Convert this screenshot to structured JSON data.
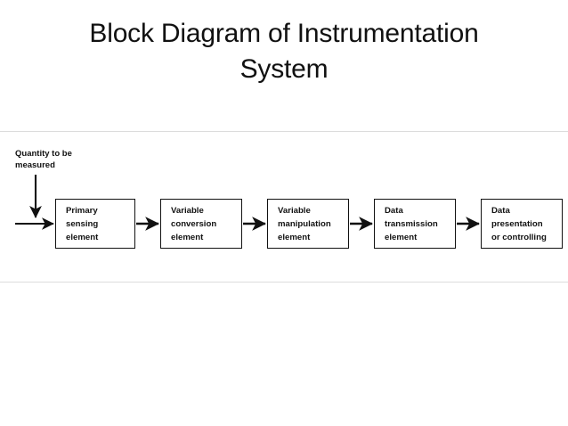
{
  "slide": {
    "background_color": "#ffffff",
    "title": {
      "lines": [
        "Block Diagram of Instrumentation",
        "System"
      ],
      "full_text": "Block Diagram of Instrumentation System",
      "color": "#111111"
    }
  },
  "diagram": {
    "type": "block-flow-diagram",
    "band_border_color": "#dcdcdc",
    "line_color": "#111111",
    "box_fill": "#ffffff",
    "input_label": {
      "lines": [
        "Quantity to be",
        "measured"
      ],
      "full_text": "Quantity to be measured"
    },
    "blocks": [
      {
        "id": "primary-sensing-element",
        "lines": [
          "Primary",
          "sensing",
          "element"
        ]
      },
      {
        "id": "variable-conversion-element",
        "lines": [
          "Variable",
          "conversion",
          "element"
        ]
      },
      {
        "id": "variable-manipulation-element",
        "lines": [
          "Variable",
          "manipulation",
          "element"
        ]
      },
      {
        "id": "data-transmission-element",
        "lines": [
          "Data",
          "transmission",
          "element"
        ]
      },
      {
        "id": "data-presentation-or-controlling",
        "lines": [
          "Data",
          "presentation",
          "or controlling"
        ]
      }
    ],
    "connectors": [
      {
        "id": "input-horizontal-arrow",
        "from": "input",
        "to": "primary-sensing-element",
        "direction": "right"
      },
      {
        "id": "input-vertical-arrow",
        "from": "quantity-label",
        "to": "input-line",
        "direction": "down"
      },
      {
        "id": "arrow-1-2",
        "from": "primary-sensing-element",
        "to": "variable-conversion-element",
        "direction": "right"
      },
      {
        "id": "arrow-2-3",
        "from": "variable-conversion-element",
        "to": "variable-manipulation-element",
        "direction": "right"
      },
      {
        "id": "arrow-3-4",
        "from": "variable-manipulation-element",
        "to": "data-transmission-element",
        "direction": "right"
      },
      {
        "id": "arrow-4-5",
        "from": "data-transmission-element",
        "to": "data-presentation-or-controlling",
        "direction": "right"
      }
    ]
  }
}
